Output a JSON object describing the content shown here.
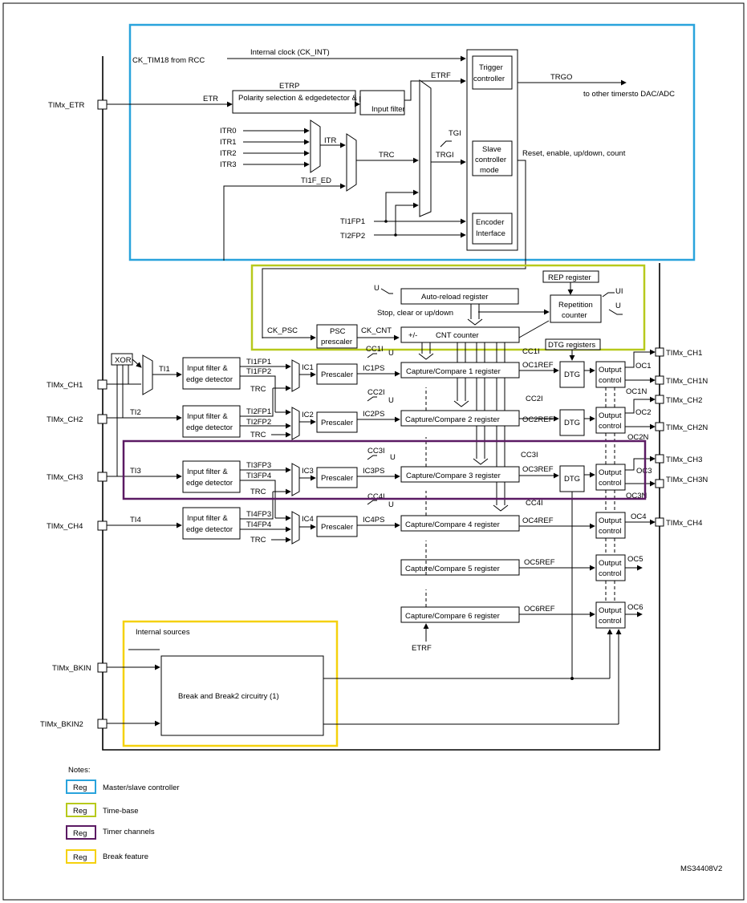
{
  "title": "",
  "colors": {
    "master": "#29a3dc",
    "timebase": "#b7c91c",
    "channels": "#5b1a63",
    "break": "#f5d10c"
  },
  "pins": {
    "etr": "TIMx_ETR",
    "ch1": "TIMx_CH1",
    "ch2": "TIMx_CH2",
    "ch3": "TIMx_CH3",
    "ch4": "TIMx_CH4",
    "bkin": "TIMx_BKIN",
    "bkin2": "TIMx_BKIN2",
    "out_ch1": "TIMx_CH1",
    "out_ch1n": "TIMx_CH1N",
    "out_ch2": "TIMx_CH2",
    "out_ch2n": "TIMx_CH2N",
    "out_ch3": "TIMx_CH3",
    "out_ch3n": "TIMx_CH3N",
    "out_ch4": "TIMx_CH4"
  },
  "master": {
    "ck_src": "CK_TIM18 from RCC",
    "ck_int": "Internal clock (CK_INT)",
    "etr": "ETR",
    "etrp": "ETRP",
    "polarity": "Polarity selection & edgedetector & prescaler",
    "input_filter": "Input filter",
    "etrf": "ETRF",
    "itr0": "ITR0",
    "itr1": "ITR1",
    "itr2": "ITR2",
    "itr3": "ITR3",
    "itr": "ITR",
    "trc": "TRC",
    "ti1f_ed": "TI1F_ED",
    "tgi": "TGI",
    "trgi": "TRGI",
    "ti1fp1": "TI1FP1",
    "ti2fp2": "TI2FP2",
    "trigger_ctrl": [
      "Trigger",
      "controller"
    ],
    "slave_ctrl": [
      "Slave",
      "controller",
      "mode"
    ],
    "encoder": [
      "Encoder",
      "Interface"
    ],
    "trgo": "TRGO",
    "trgo_dest": "to other timersto DAC/ADC",
    "reset_text": "Reset, enable, up/down, count"
  },
  "timebase": {
    "u": "U",
    "arr": "Auto-reload register",
    "stop": "Stop, clear or up/down",
    "rep_reg": "REP register",
    "rep_cnt": [
      "Repetition",
      "counter"
    ],
    "ui": "UI",
    "u2": "U",
    "ck_psc": "CK_PSC",
    "psc": [
      "PSC",
      "prescaler"
    ],
    "ck_cnt": "CK_CNT",
    "cnt_pm": "+/-",
    "cnt": "CNT counter"
  },
  "channels": {
    "xor": "XOR",
    "ti1": "TI1",
    "ti2": "TI2",
    "ti3": "TI3",
    "ti4": "TI4",
    "filter": [
      "Input filter &",
      "edge detector"
    ],
    "ch1_in": [
      "TI1FP1",
      "TI1FP2",
      "TRC"
    ],
    "ch2_in": [
      "TI2FP1",
      "TI2FP2",
      "TRC"
    ],
    "ch3_in": [
      "TI3FP3",
      "TI3FP4",
      "TRC"
    ],
    "ch4_in": [
      "TI4FP3",
      "TI4FP4",
      "TRC"
    ],
    "ic": [
      "IC1",
      "IC2",
      "IC3",
      "IC4"
    ],
    "prescaler": "Prescaler",
    "icps": [
      "IC1PS",
      "IC2PS",
      "IC3PS",
      "IC4PS"
    ],
    "cci": [
      "CC1I",
      "CC2I",
      "CC3I",
      "CC4I"
    ],
    "u": "U",
    "ccr": [
      "Capture/Compare 1 register",
      "Capture/Compare 2 register",
      "Capture/Compare 3 register",
      "Capture/Compare 4 register",
      "Capture/Compare 5 register",
      "Capture/Compare 6 register"
    ],
    "ocref": [
      "OC1REF",
      "OC2REF",
      "OC3REF",
      "OC4REF",
      "OC5REF",
      "OC6REF"
    ],
    "cci_out": [
      "CC1I",
      "CC2I",
      "CC3I",
      "CC4I"
    ],
    "dtg_reg": "DTG registers",
    "dtg": "DTG",
    "out_ctrl": [
      "Output",
      "control"
    ],
    "oc": [
      "OC1",
      "OC2",
      "OC3",
      "OC4",
      "OC5",
      "OC6"
    ],
    "ocn": [
      "OC1N",
      "OC2N",
      "OC3N"
    ],
    "etrf": "ETRF"
  },
  "break_feature": {
    "internal": "Internal sources",
    "circuit": "Break and Break2 circuitry (1)"
  },
  "notes": {
    "heading": "Notes:",
    "reg": "Reg",
    "items": [
      "Master/slave controller",
      "Time-base",
      "Timer channels",
      "Break feature"
    ]
  },
  "code": "MS34408V2"
}
